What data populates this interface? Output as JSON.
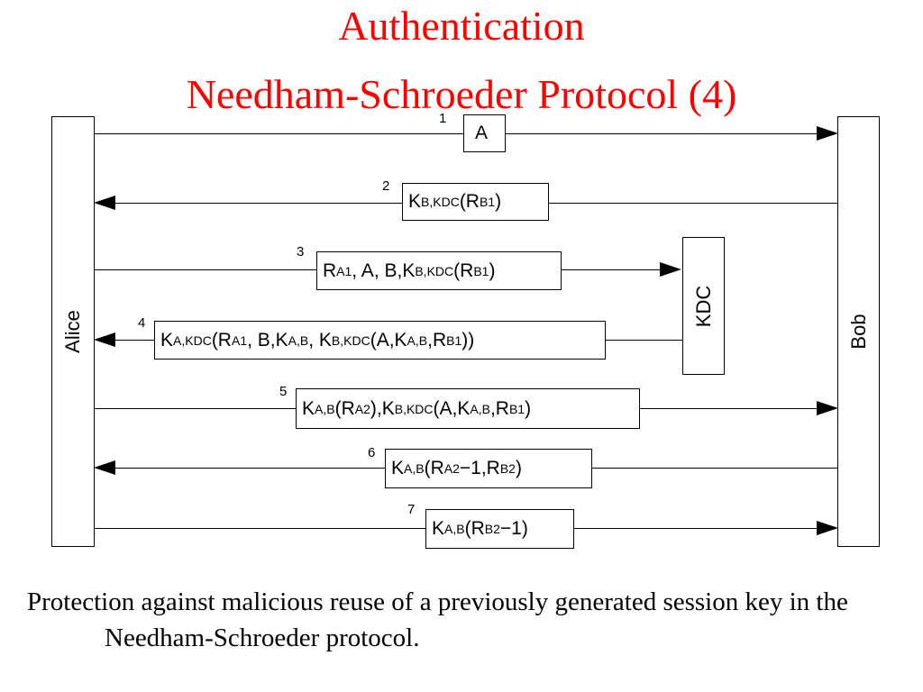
{
  "title_line1": "Authentication",
  "title_line2": "Needham-Schroeder Protocol (4)",
  "title_color": "#ff0000",
  "actors": {
    "alice": "Alice",
    "bob": "Bob",
    "kdc": "KDC"
  },
  "messages": [
    {
      "number": "1",
      "from": "Alice",
      "to": "Bob",
      "content": "A"
    },
    {
      "number": "2",
      "from": "Bob",
      "to": "Alice",
      "content": "K_{B,KDC}(R_{B1})"
    },
    {
      "number": "3",
      "from": "Alice",
      "to": "KDC",
      "content": "R_{A1}, A, B,K_{B,KDC}(R_{B1})"
    },
    {
      "number": "4",
      "from": "KDC",
      "to": "Alice",
      "content": "K_{A,KDC} (R_{A1}, B,K_{A,B}, K_{B,KDC}(A,K_{A,B},R_{B1}))"
    },
    {
      "number": "5",
      "from": "Alice",
      "to": "Bob",
      "content": "K_{A,B}(R_{A2}),K_{B,KDC} (A,K_{A,B},R_{B1})"
    },
    {
      "number": "6",
      "from": "Bob",
      "to": "Alice",
      "content": "K_{A,B}(R_{A2}−1,R_{B2})"
    },
    {
      "number": "7",
      "from": "Alice",
      "to": "Bob",
      "content": "K_{A,B}(R_{B2}−1)"
    }
  ],
  "caption": "Protection against malicious reuse of a previously generated session key in the Needham-Schroeder protocol."
}
